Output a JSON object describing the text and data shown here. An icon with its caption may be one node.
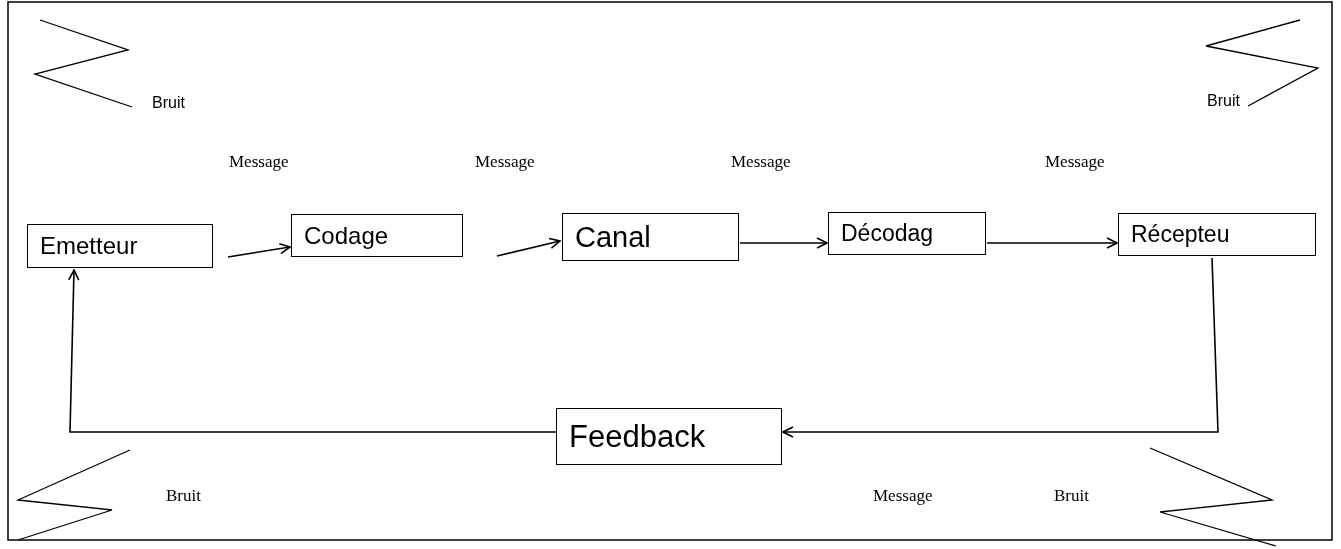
{
  "diagram": {
    "nodes": [
      {
        "text": [
          "Emetteur"
        ]
      },
      {
        "text": [
          "Codage"
        ]
      },
      {
        "text": [
          "Canal"
        ]
      },
      {
        "text": [
          "Décodag"
        ]
      },
      {
        "text": [
          "Récepteu"
        ]
      },
      {
        "text": [
          "Feedback"
        ]
      }
    ],
    "edges": [
      {
        "from": 0,
        "to": 1,
        "arrow": "to"
      },
      {
        "from": 1,
        "to": 2,
        "arrow": "to"
      },
      {
        "from": 2,
        "to": 3,
        "arrow": "to"
      },
      {
        "from": 3,
        "to": 4,
        "arrow": "to"
      },
      {
        "from": 4,
        "to": 5,
        "arrow": "to"
      },
      {
        "from": 5,
        "to": 0,
        "arrow": "to"
      }
    ],
    "labels": [
      "Bruit",
      "Bruit",
      "Message",
      "Message",
      "Message",
      "Message",
      "Bruit",
      "Message",
      "Bruit"
    ]
  }
}
